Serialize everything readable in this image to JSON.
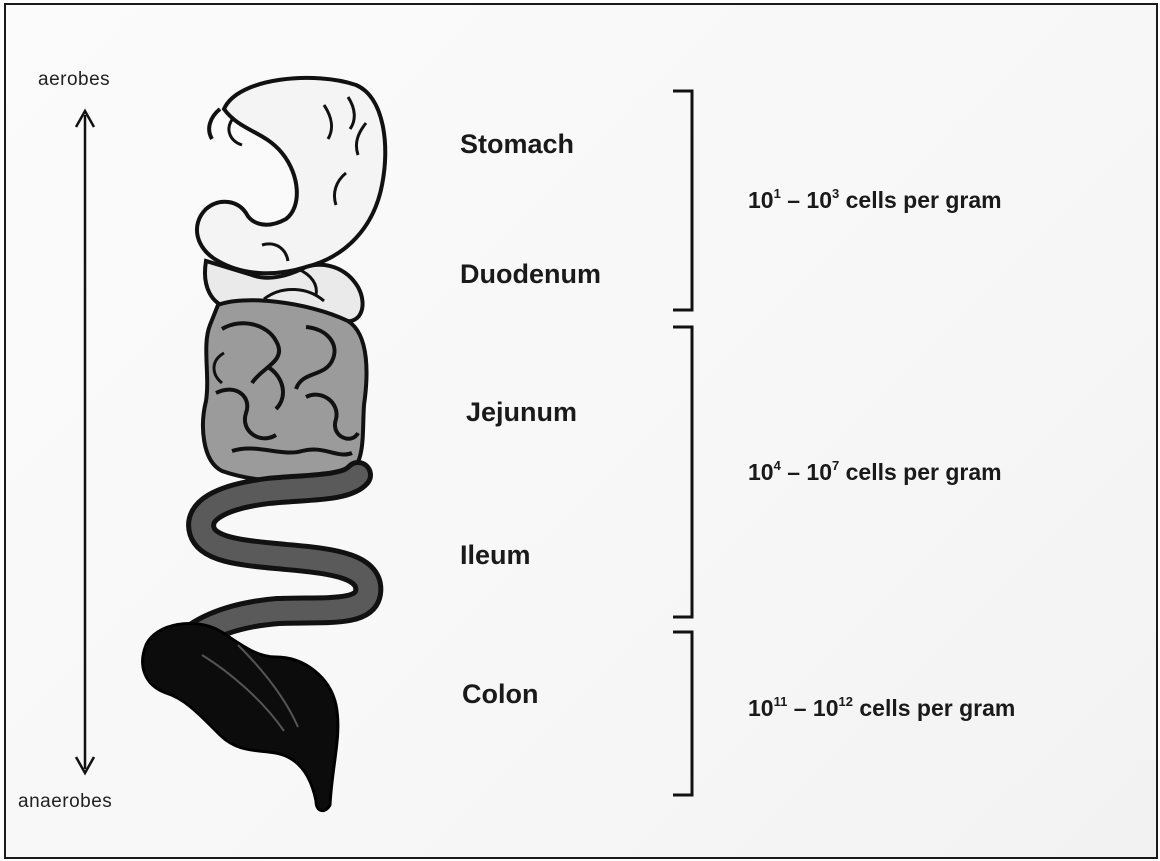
{
  "gradient": {
    "top_label": "aerobes",
    "bottom_label": "anaerobes"
  },
  "organs": {
    "stomach": "Stomach",
    "duodenum": "Duodenum",
    "jejunum": "Jejunum",
    "ileum": "Ileum",
    "colon": "Colon"
  },
  "counts": {
    "upper": {
      "from_base": "10",
      "from_exp": "1",
      "sep": " – ",
      "to_base": "10",
      "to_exp": "3",
      "suffix": " cells per gram"
    },
    "middle": {
      "from_base": "10",
      "from_exp": "4",
      "sep": " – ",
      "to_base": "10",
      "to_exp": "7",
      "suffix": " cells per gram"
    },
    "lower": {
      "from_base": "10",
      "from_exp": "11",
      "sep": " – ",
      "to_base": "10",
      "to_exp": "12",
      "suffix": " cells per gram"
    }
  }
}
